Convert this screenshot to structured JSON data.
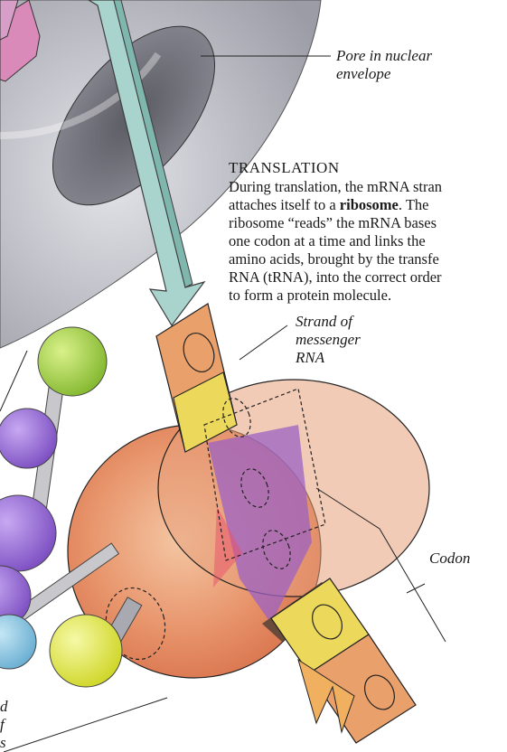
{
  "labels": {
    "pore_line1": "Pore in nuclear",
    "pore_line2": "envelope",
    "strand_line1": "Strand of",
    "strand_line2": "messenger",
    "strand_line3": "RNA",
    "codon": "Codon",
    "left_line1": "d",
    "left_line2": "f",
    "left_line3": "s"
  },
  "translation": {
    "title": "TRANSLATION",
    "lines": [
      "During translation, the mRNA stran",
      "attaches itself to a ",
      "ribosome",
      ". The",
      "ribosome “reads” the mRNA bases",
      "one codon at a time and links the",
      "amino acids, brought by the transfe",
      "RNA (tRNA), into the correct order",
      "to form a protein molecule."
    ]
  },
  "colors": {
    "envelope": "#b9b9c1",
    "arrow": "#a9d4ce",
    "ribosome": "#e6936a",
    "mrna_strip": "#e9a06b",
    "codon_yellow": "#ecd85a",
    "purple": "#9c62c4",
    "sphere_green": "#a7d34e",
    "sphere_purple": "#9b6fd6",
    "sphere_blue": "#8cc4e0",
    "sphere_yellow": "#e6ec4a",
    "rod": "#c8c8cc"
  }
}
